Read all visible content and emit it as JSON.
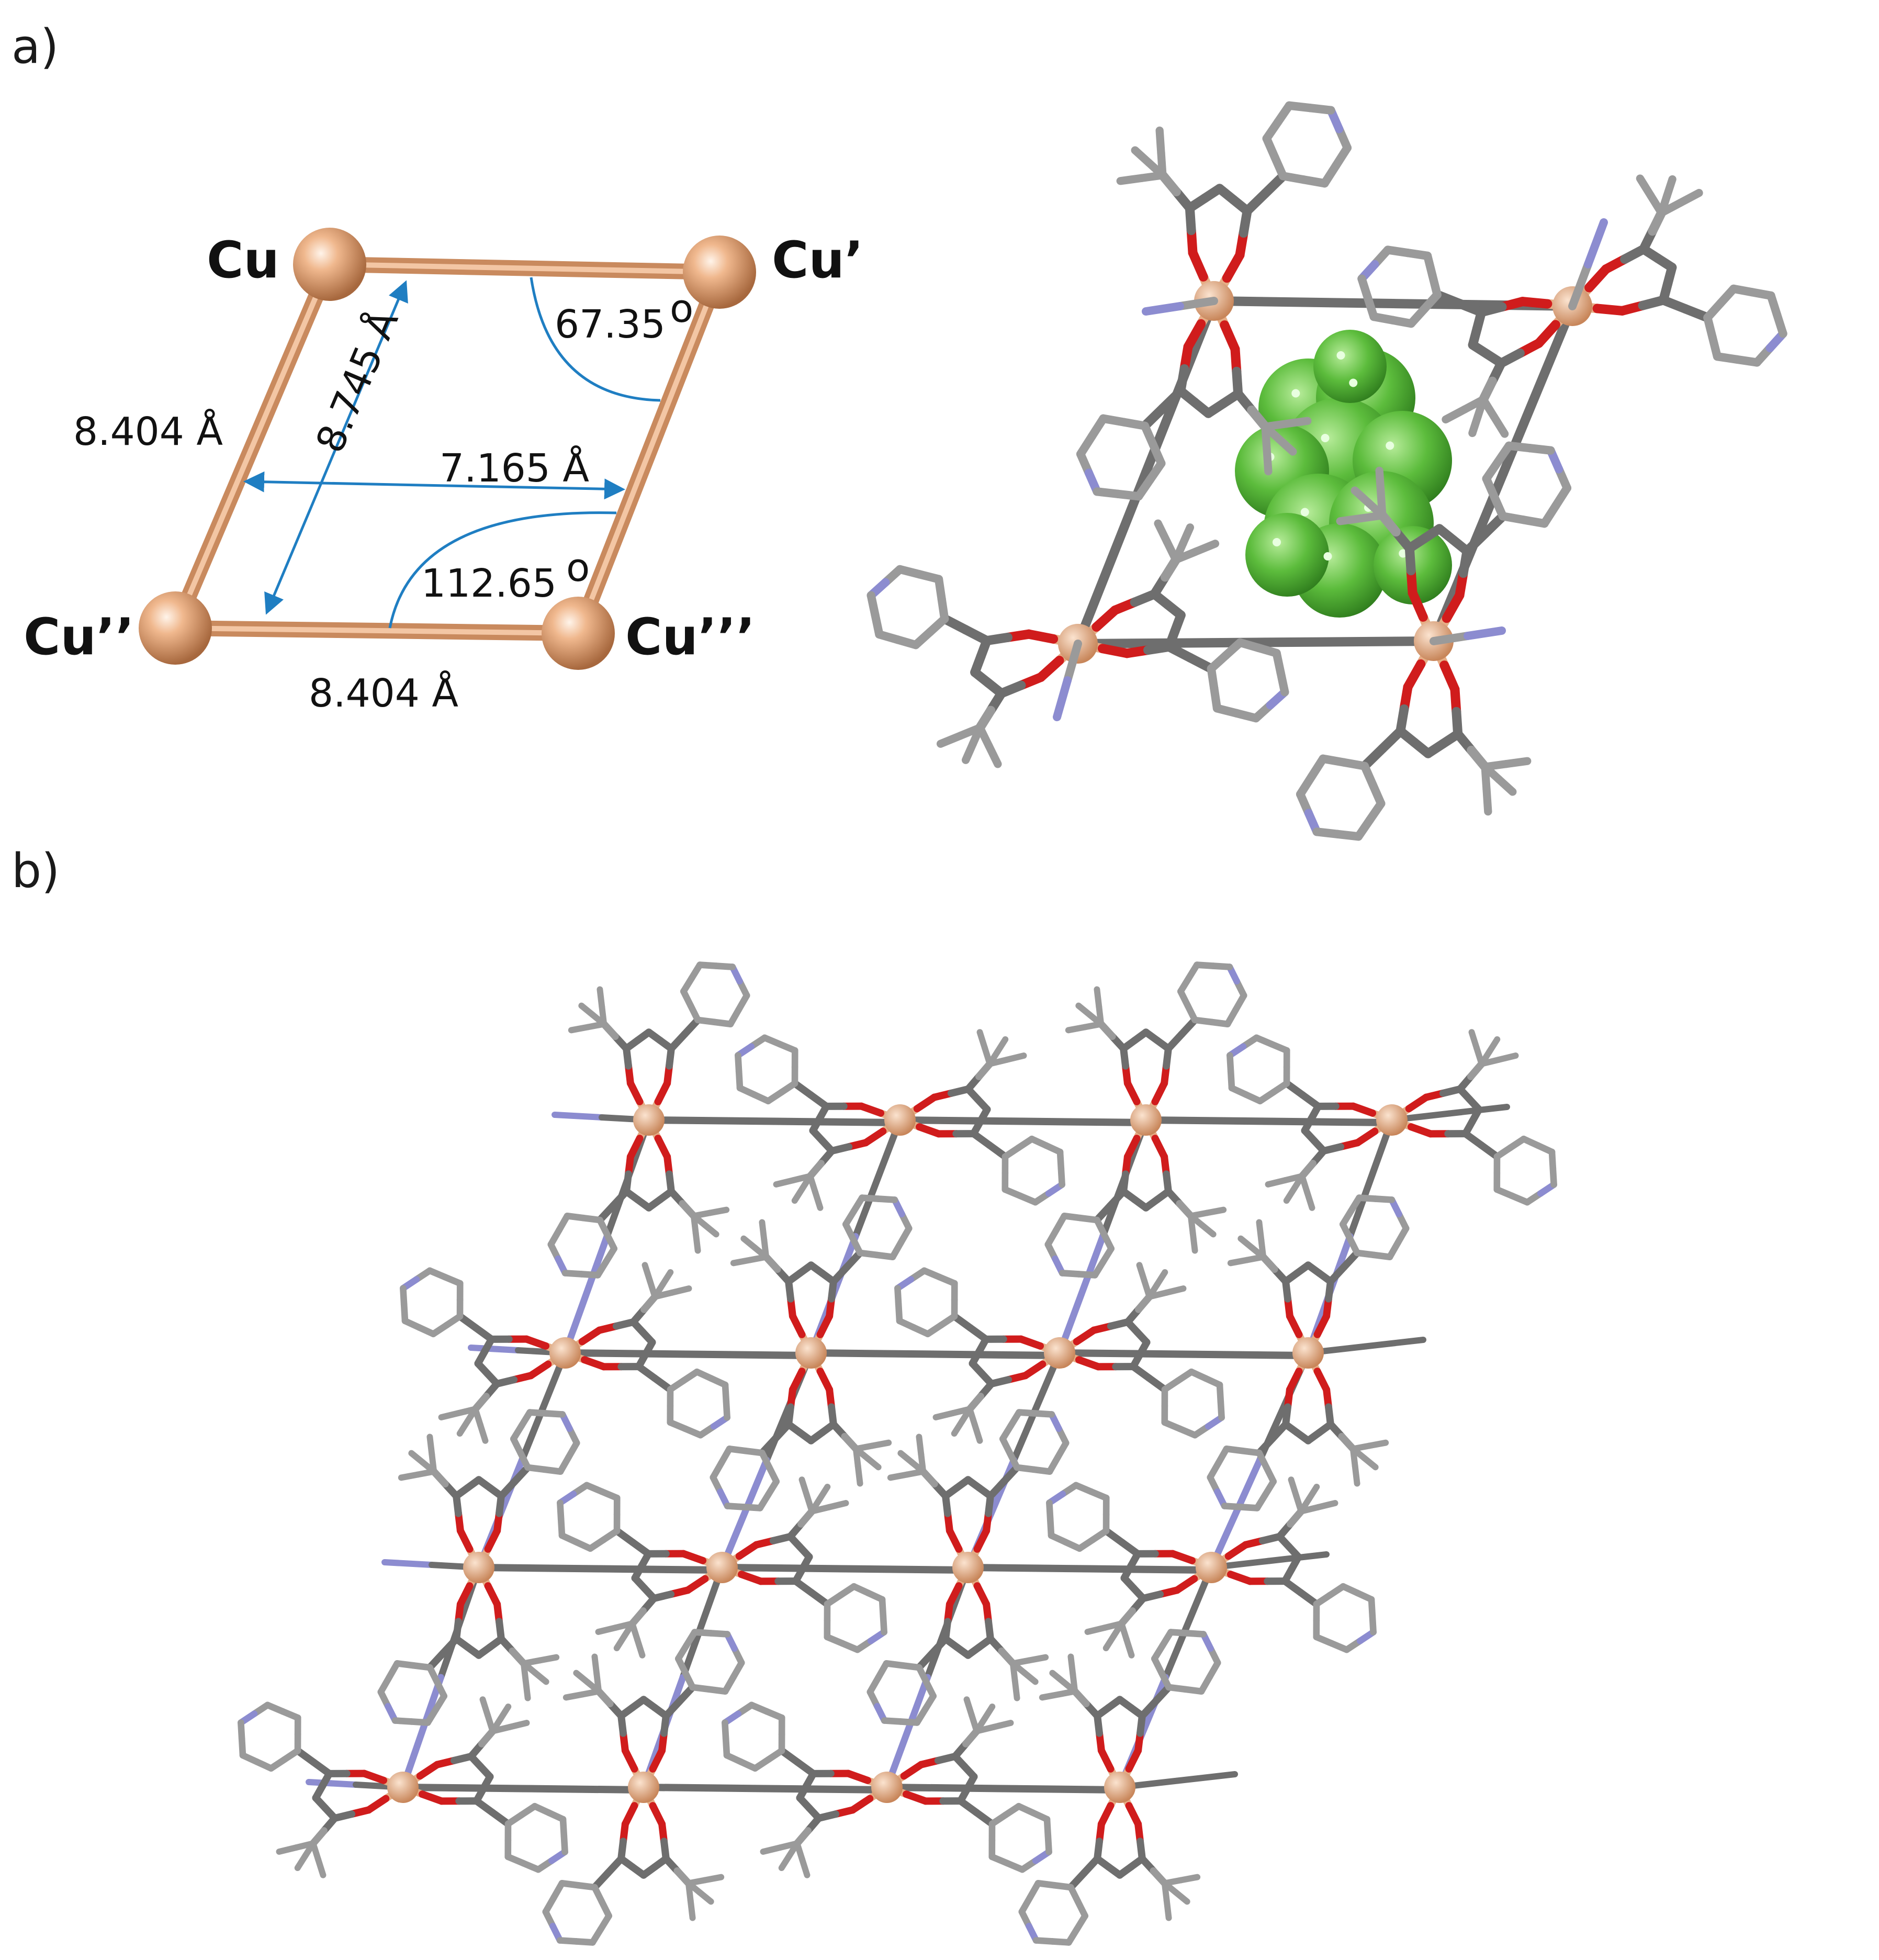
{
  "panels": {
    "a": {
      "label": "a)",
      "atoms": {
        "cu": "Cu",
        "cu1": "Cu’",
        "cu2": "Cu’’",
        "cu3": "Cu’’’"
      },
      "measurements": {
        "left_edge": "8.404 Å",
        "bottom_edge": "8.404 Å",
        "long_diagonal": "8.745 Å",
        "short_distance": "7.165 Å",
        "acute_angle": "67.35",
        "obtuse_angle": "112.65",
        "degree_symbol": "o"
      }
    },
    "b": {
      "label": "b)"
    }
  },
  "colors": {
    "copper": "#e0a074",
    "copper_dark": "#b87a4d",
    "bond_copper": "#e6ad85",
    "carbon": "#6e6e6e",
    "carbon_light": "#9a9a9a",
    "oxygen": "#d01c1c",
    "nitrogen": "#8c8cd0",
    "arrow": "#1f7ec2",
    "guest": "#5ab83a"
  }
}
